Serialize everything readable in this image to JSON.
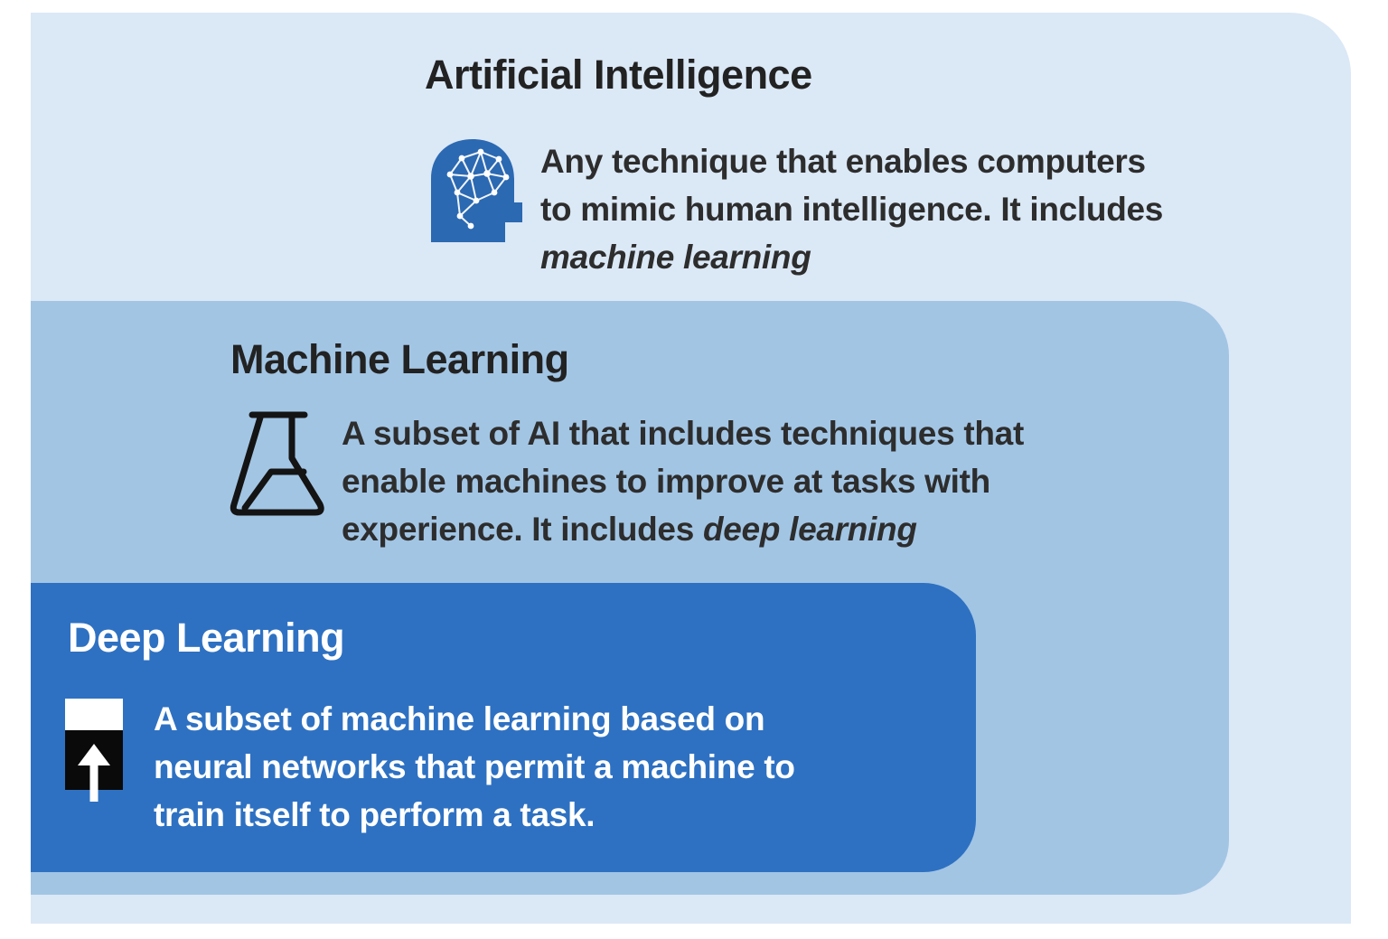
{
  "diagram": {
    "ai": {
      "title": "Artificial Intelligence",
      "icon": "head-neural-network-icon",
      "desc_line1": "Any technique that enables computers",
      "desc_line2": "to mimic human intelligence. It includes",
      "desc_line3_italic": "machine learning"
    },
    "ml": {
      "title": "Machine Learning",
      "icon": "erlenmeyer-flask-icon",
      "desc_line1": "A subset of AI that includes techniques that",
      "desc_line2": "enable machines to improve at tasks with",
      "desc_line3_prefix": "experience. It includes ",
      "desc_line3_italic": "deep learning"
    },
    "dl": {
      "title": "Deep Learning",
      "icon": "layers-up-arrow-icon",
      "desc_line1": "A subset of machine learning based on",
      "desc_line2": "neural networks that permit a machine to",
      "desc_line3": "train itself to perform a task."
    }
  },
  "colors": {
    "page_background": "#ffffff",
    "ai_box_background": "#dbe8f6",
    "ml_box_background": "#a2c5e4",
    "dl_box_background": "#2e71c2",
    "heading_text_dark": "#222222",
    "body_text_dark": "#2d2d2d",
    "text_light": "#ffffff",
    "ai_icon_blue": "#2b69b2",
    "flask_icon_stroke": "#141414",
    "dl_icon_black": "#0a0a0a",
    "dl_icon_white": "#ffffff"
  }
}
